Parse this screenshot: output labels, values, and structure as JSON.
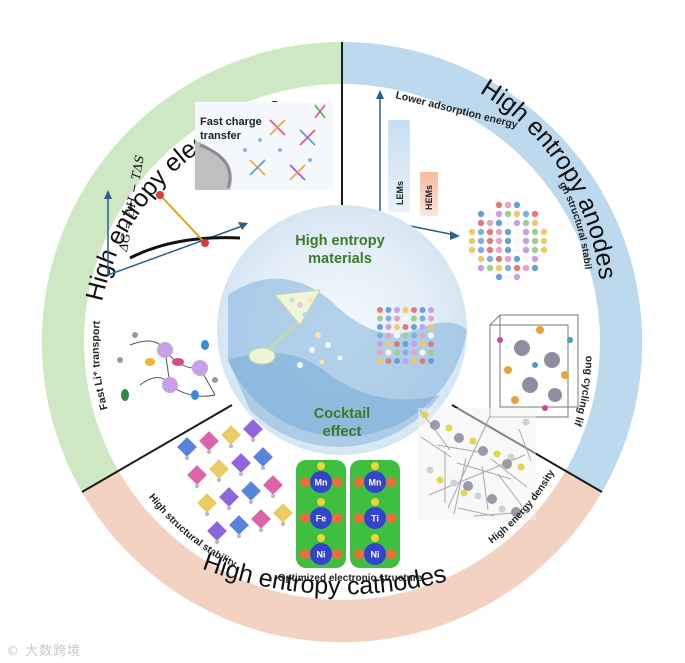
{
  "sectors": {
    "electrolytes": {
      "title": "High entropy electrolytes",
      "color": "#cfe8c4"
    },
    "anodes": {
      "title": "High entropy anodes",
      "color": "#bcd9ee"
    },
    "cathodes": {
      "title": "High entropy cathodes",
      "color": "#f3d2c1"
    }
  },
  "center": {
    "title_line1": "High entropy",
    "title_line2": "materials",
    "effect_line1": "Cocktail",
    "effect_line2": "effect",
    "text_color": "#3d7a27"
  },
  "electrolytes": {
    "fast_charge_line1": "Fast charge",
    "fast_charge_line2": "transfer",
    "equation": "ΔG = ΔH − TΔS",
    "li_transport": "Fast Li⁺ transport"
  },
  "anodes": {
    "adsorption": "Lower adsorption energy",
    "bar_lems": "LEMs",
    "bar_hems": "HEMs",
    "structural_stability": "High structural stability",
    "cycling_life": "Long cycling life"
  },
  "cathodes": {
    "structural_stability": "High structural stability",
    "electronic_structure": "Optimized electronic structure",
    "energy_density": "High energy density",
    "atoms_left": [
      "Mn",
      "Fe",
      "Ni"
    ],
    "atoms_right": [
      "Mn",
      "Ti",
      "Ni"
    ]
  },
  "watermark": "© 大数跨境"
}
